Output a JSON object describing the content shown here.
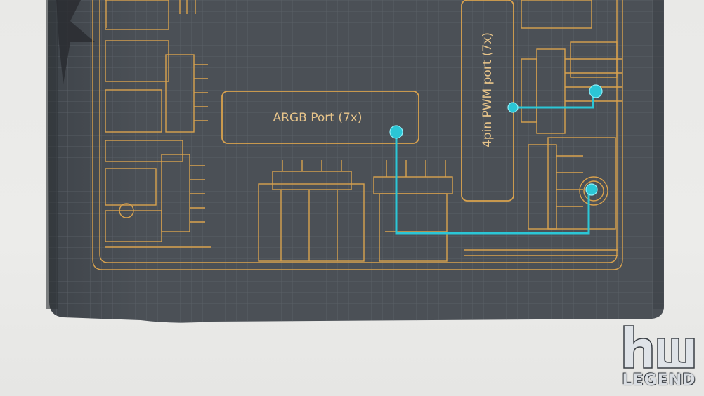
{
  "labels": {
    "argb": "ARGB Port (7x)",
    "pwm": "4pin PWM port (7x)"
  },
  "watermark": {
    "text": "LEGEND"
  },
  "colors": {
    "background": "#e9e9e7",
    "box": "#4a4f55",
    "grid": "#5b6168",
    "outline": "#d9a24e",
    "trace": "#2bc6d6"
  }
}
